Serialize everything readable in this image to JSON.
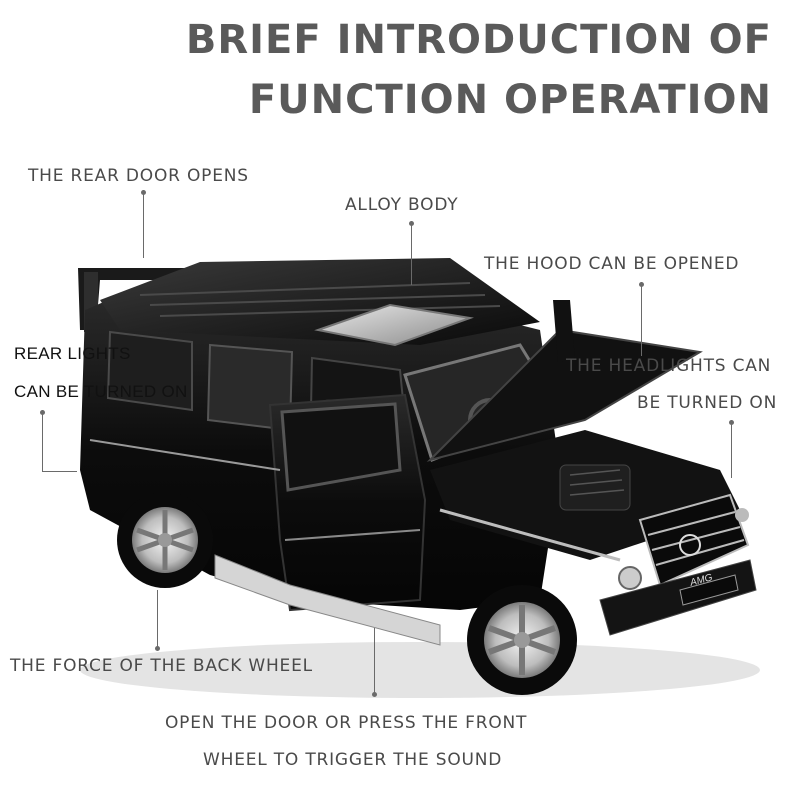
{
  "title": {
    "line1": "BRIEF INTRODUCTION OF",
    "line2": "FUNCTION OPERATION"
  },
  "callouts": {
    "rear_door": "THE REAR DOOR OPENS",
    "alloy_body": "ALLOY BODY",
    "hood": "THE HOOD CAN BE OPENED",
    "headlights_line1": "THE HEADLIGHTS CAN",
    "headlights_line2": "BE TURNED ON",
    "rear_lights_line1": "REAR LIGHTS",
    "rear_lights_line2": "CAN BE TURNED ON",
    "back_wheel": "THE FORCE OF THE BACK WHEEL",
    "door_sound_line1": "OPEN THE DOOR OR PRESS THE FRONT",
    "door_sound_line2": "WHEEL TO TRIGGER THE SOUND"
  },
  "badge_text": "AMG",
  "colors": {
    "title": "#5a5a5a",
    "label": "#4a4a4a",
    "car_body": "#0d0d0d",
    "chrome": "#c8c8c8"
  }
}
